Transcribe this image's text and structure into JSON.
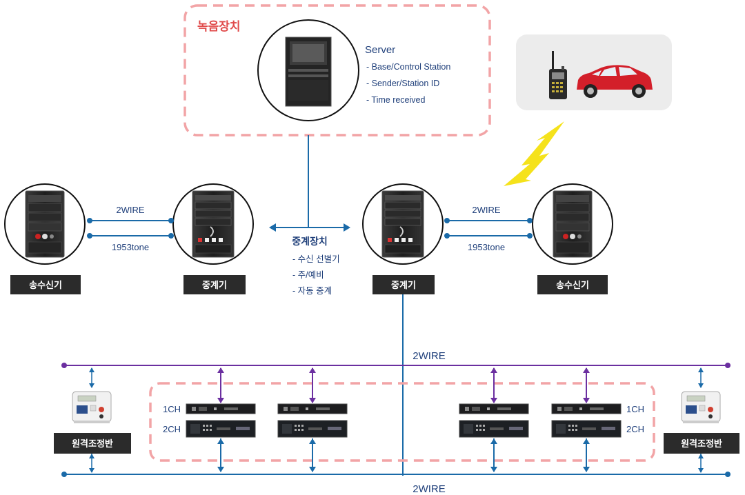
{
  "recording": {
    "title": "녹음장치",
    "server_title": "Server",
    "server_items": [
      "- Base/Control Station",
      "- Sender/Station ID",
      "- Time received"
    ]
  },
  "left": {
    "transceiver_label": "송수신기",
    "repeater_label": "중계기",
    "link_top": "2WIRE",
    "link_bottom": "1953tone"
  },
  "right": {
    "repeater_label": "중계기",
    "transceiver_label": "송수신기",
    "link_top": "2WIRE",
    "link_bottom": "1953tone"
  },
  "relay": {
    "title": "중계장치",
    "items": [
      "- 수신 선별기",
      "- 주/예비",
      "- 자동 중계"
    ]
  },
  "bus": {
    "top_label": "2WIRE",
    "bottom_label": "2WIRE"
  },
  "channels": {
    "left_ch1": "1CH",
    "left_ch2": "2CH",
    "right_ch1": "1CH",
    "right_ch2": "2CH"
  },
  "remote": {
    "left_label": "원격조정반",
    "right_label": "원격조정반"
  },
  "colors": {
    "blue_line": "#1a6aa8",
    "purple_line": "#6b2fa0",
    "dash_pink": "#f2a4a6",
    "title_red": "#e04a4a",
    "label_bg": "#2b2b2b",
    "mobile_bg": "#ececec",
    "lightning": "#f5e21b"
  },
  "icons": {
    "mobile_radio": "walkie-talkie-icon",
    "vehicle": "red-car-icon",
    "signal": "lightning-bolt-icon"
  }
}
